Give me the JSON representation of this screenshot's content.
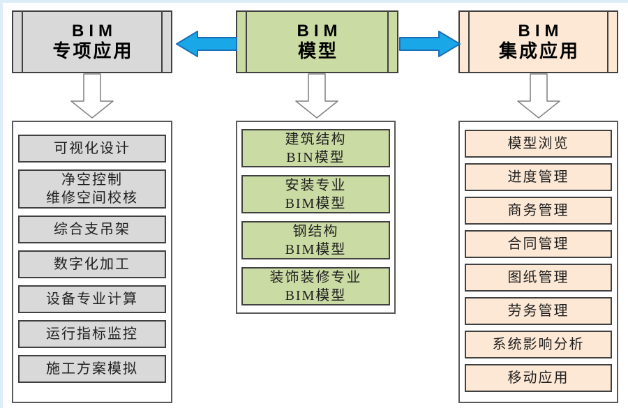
{
  "colors": {
    "frame_blue": "#dcedf7",
    "gray_fill": "#d9d9d9",
    "green_fill": "#cbdba4",
    "peach_fill": "#fce8d5",
    "arrow_blue": "#1aa7e8",
    "arrow_blue_border": "#1a6fb8",
    "box_border": "#404040",
    "container_border": "#595959",
    "down_arrow_border": "#7f7f7f",
    "text_color": "#1f1f1f"
  },
  "icons": {
    "flow_left": "arrow-left-icon",
    "flow_right": "arrow-right-icon",
    "flow_down": "arrow-down-icon"
  },
  "columns": {
    "left": {
      "header": {
        "line1": "BIM",
        "line2": "专项应用"
      },
      "items": [
        {
          "text": "可视化设计"
        },
        {
          "text": "净空控制\n维修空间校核"
        },
        {
          "text": "综合支吊架"
        },
        {
          "text": "数字化加工"
        },
        {
          "text": "设备专业计算"
        },
        {
          "text": "运行指标监控"
        },
        {
          "text": "施工方案模拟"
        }
      ]
    },
    "center": {
      "header": {
        "line1": "BIM",
        "line2": "模型"
      },
      "items": [
        {
          "text": "建筑结构\nBIN模型"
        },
        {
          "text": "安装专业\nBIM模型"
        },
        {
          "text": "钢结构\nBIM模型"
        },
        {
          "text": "装饰装修专业\nBIM模型"
        }
      ]
    },
    "right": {
      "header": {
        "line1": "BIM",
        "line2": "集成应用"
      },
      "items": [
        {
          "text": "模型浏览"
        },
        {
          "text": "进度管理"
        },
        {
          "text": "商务管理"
        },
        {
          "text": "合同管理"
        },
        {
          "text": "图纸管理"
        },
        {
          "text": "劳务管理"
        },
        {
          "text": "系统影响分析"
        },
        {
          "text": "移动应用"
        }
      ]
    }
  }
}
